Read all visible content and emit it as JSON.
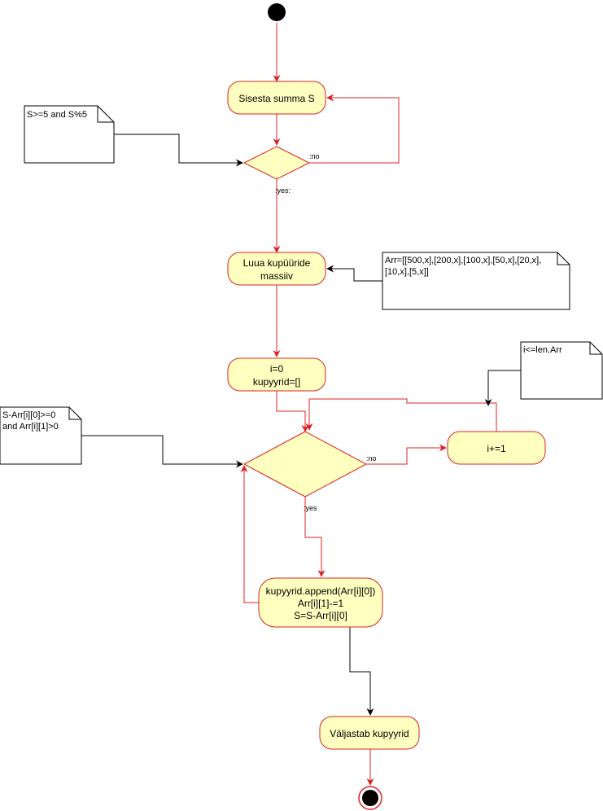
{
  "activities": {
    "input": "Sisesta summa S",
    "create_line1": "Luua kupüüride",
    "create_line2": "massiiv",
    "init_line1": "i=0",
    "init_line2": "kupyyrid=[]",
    "increment": "i+=1",
    "append_line1": "kupyyrid.append(Arr[i][0])",
    "append_line2": "Arr[i][1]-=1",
    "append_line3": "S=S-Arr[i][0]",
    "output": "Väljastab kupyyrid"
  },
  "notes": {
    "condition1": "S>=5 and S%5",
    "array_line1": "Arr=[[500,x],[200,x],[100,x],[50,x],[20,x],",
    "array_line2": "[10,x],[5,x]]",
    "loop_condition": "i<=len.Arr",
    "condition2_line1": "S-Arr[i][0]>=0",
    "condition2_line2": "and Arr[i][1]>0"
  },
  "labels": {
    "no1": ":no",
    "yes1": ":yes:",
    "no2": ":no",
    "yes2": ":yes"
  },
  "colors": {
    "activity_fill": "#ffffc0",
    "flow_red": "#e02020",
    "note_border": "#000000"
  }
}
